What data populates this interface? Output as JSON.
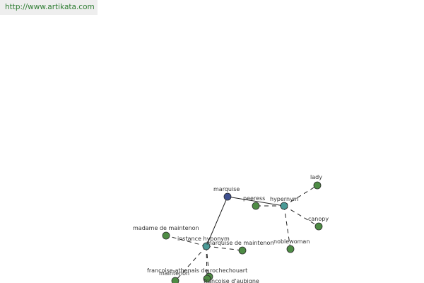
{
  "header": {
    "url": "http://www.artikata.com"
  },
  "colors": {
    "root": "#3d4f8f",
    "hub": "#4a9a96",
    "leaf": "#4e8c45",
    "edge": "#222222"
  },
  "graph": {
    "nodes": [
      {
        "id": "marquise",
        "label": "marquise",
        "kind": "root"
      },
      {
        "id": "hypernym",
        "label": "hypernym",
        "kind": "hub"
      },
      {
        "id": "instance-hyponym",
        "label": "instance hyponym",
        "kind": "hub"
      },
      {
        "id": "peeress",
        "label": "peeress",
        "kind": "leaf"
      },
      {
        "id": "lady",
        "label": "lady",
        "kind": "leaf"
      },
      {
        "id": "canopy",
        "label": "canopy",
        "kind": "leaf"
      },
      {
        "id": "noblewoman",
        "label": "noblewoman",
        "kind": "leaf"
      },
      {
        "id": "madame-de-maintenon",
        "label": "madame de maintenon",
        "kind": "leaf"
      },
      {
        "id": "marquise-de-maintenon",
        "label": "marquise de maintenon",
        "kind": "leaf"
      },
      {
        "id": "francoise-athenais",
        "label": "francoise-athenais de rochechouart",
        "kind": "leaf"
      },
      {
        "id": "maintenon",
        "label": "maintenon",
        "kind": "leaf"
      },
      {
        "id": "francoise-d-aubigne",
        "label": "francoise d'aubigne",
        "kind": "leaf"
      }
    ],
    "edges": [
      {
        "from": "marquise",
        "to": "hypernym",
        "style": "solid"
      },
      {
        "from": "marquise",
        "to": "instance-hyponym",
        "style": "solid"
      },
      {
        "from": "hypernym",
        "to": "peeress",
        "style": "dashed"
      },
      {
        "from": "hypernym",
        "to": "lady",
        "style": "dashed"
      },
      {
        "from": "hypernym",
        "to": "canopy",
        "style": "dashed"
      },
      {
        "from": "hypernym",
        "to": "noblewoman",
        "style": "dashed"
      },
      {
        "from": "instance-hyponym",
        "to": "madame-de-maintenon",
        "style": "dashed"
      },
      {
        "from": "instance-hyponym",
        "to": "marquise-de-maintenon",
        "style": "dashed"
      },
      {
        "from": "instance-hyponym",
        "to": "francoise-athenais",
        "style": "dashed"
      },
      {
        "from": "instance-hyponym",
        "to": "maintenon",
        "style": "dashed"
      },
      {
        "from": "instance-hyponym",
        "to": "francoise-d-aubigne",
        "style": "dashed"
      }
    ]
  }
}
